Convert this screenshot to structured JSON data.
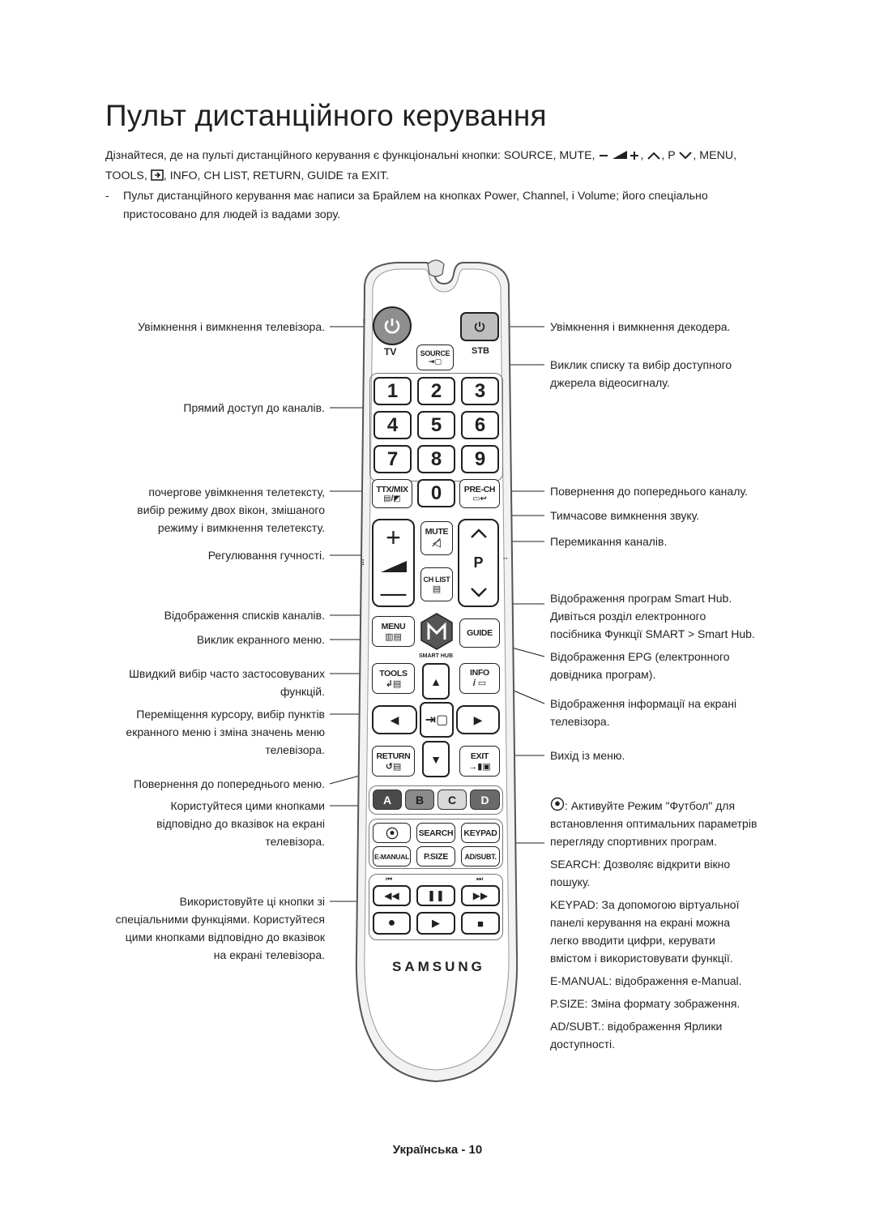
{
  "page": {
    "title": "Пульт дистанційного керування",
    "intro_line1": "Дізнайтеся, де на пульті дистанційного керування є функціональні кнопки: SOURCE, MUTE,",
    "intro_line1_tail": ", P",
    "intro_line1_end": ", MENU,",
    "intro_line2": "TOOLS,",
    "intro_line2_tail": ", INFO, CH LIST, RETURN, GUIDE та EXIT.",
    "note_dash": "-",
    "note_line1": "Пульт дистанційного керування має написи за Брайлем на кнопках Power, Channel, і Volume; його спеціально",
    "note_line2": "пристосовано для людей із вадами зору.",
    "footer": "Українська - 10"
  },
  "left_labels": [
    "Увімкнення і вимкнення телевізора.",
    "Прямий доступ до каналів.",
    "почергове увімкнення телетексту,",
    "вибір режиму двох вікон, змішаного",
    "режиму і вимкнення телетексту.",
    "Регулювання гучності.",
    "Відображення списків каналів.",
    "Виклик екранного меню.",
    "Швидкий вибір часто застосовуваних",
    "функцій.",
    "Переміщення курсору, вибір пунктів",
    "екранного меню і зміна значень меню",
    "телевізора.",
    "Повернення до попереднього меню.",
    "Користуйтеся цими кнопками",
    "відповідно до вказівок на екрані",
    "телевізора.",
    "Використовуйте ці кнопки зі",
    "спеціальними функціями. Користуйтеся",
    "цими кнопками відповідно до вказівок",
    "на екрані телевізора."
  ],
  "right_labels": [
    "Увімкнення і вимкнення декодера.",
    "Виклик списку та вибір доступного",
    "джерела відеосигналу.",
    "Повернення до попереднього каналу.",
    "Тимчасове вимкнення звуку.",
    "Перемикання каналів.",
    "Відображення програм Smart Hub.",
    "Дивіться розділ електронного",
    "посібника Функції SMART > Smart Hub.",
    "Відображення EPG (електронного",
    "довідника програм).",
    "Відображення інформації на екрані",
    "телевізора.",
    "Вихід із меню.",
    ": Активуйте Режим \"Футбол\" для",
    "встановлення оптимальних параметрів",
    "перегляду спортивних програм.",
    "SEARCH: Дозволяє відкрити вікно",
    "пошуку.",
    "KEYPAD: За допомогою віртуальної",
    "панелі керування на екрані можна",
    "легко вводити цифри, керувати",
    "вмістом і використовувати функції.",
    "E-MANUAL: відображення e-Manual.",
    "P.SIZE: Зміна формату зображення.",
    "AD/SUBT.: відображення Ярлики",
    "доступності."
  ],
  "remote": {
    "tv_label": "TV",
    "stb_label": "STB",
    "source": "SOURCE",
    "digits": [
      "1",
      "2",
      "3",
      "4",
      "5",
      "6",
      "7",
      "8",
      "9",
      "0"
    ],
    "ttx": "TTX/MIX",
    "prech": "PRE-CH",
    "mute": "MUTE",
    "chlist": "CH LIST",
    "p": "P",
    "menu": "MENU",
    "guide": "GUIDE",
    "smarthub": "SMART HUB",
    "tools": "TOOLS",
    "info": "INFO",
    "return": "RETURN",
    "exit": "EXIT",
    "abcd": [
      "A",
      "B",
      "C",
      "D"
    ],
    "search": "SEARCH",
    "keypad": "KEYPAD",
    "emanual": "E-MANUAL",
    "psize": "P.SIZE",
    "adsubt": "AD/SUBT.",
    "brand": "SAMSUNG",
    "abcd_colors": [
      "#4a4a4a",
      "#8a8a8a",
      "#d9d9d9",
      "#6a6a6a"
    ]
  }
}
